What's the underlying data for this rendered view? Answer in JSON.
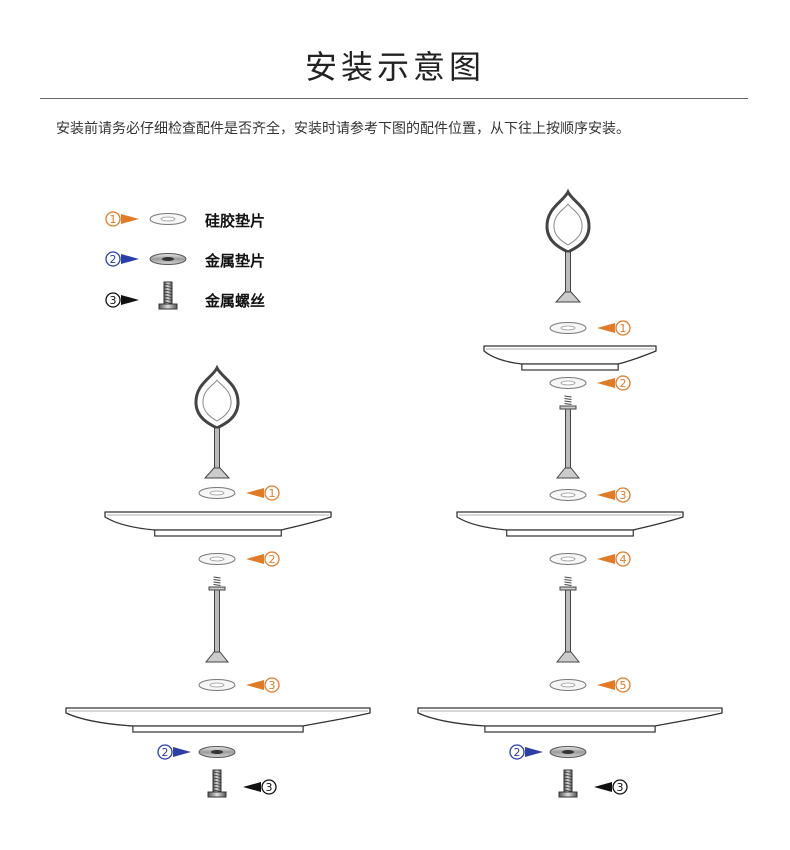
{
  "title": "安装示意图",
  "instruction": "安装前请务必仔细检查配件是否齐全，安装时请参考下图的配件位置，从下往上按顺序安装。",
  "legend": [
    {
      "marker": "1",
      "label": "硅胶垫片",
      "color": "#e07b28",
      "icon": "silicone-washer-icon"
    },
    {
      "marker": "2",
      "label": "金属垫片",
      "color": "#2b3fa6",
      "icon": "metal-washer-icon"
    },
    {
      "marker": "3",
      "label": "金属螺丝",
      "color": "#111111",
      "icon": "metal-screw-icon"
    }
  ],
  "markers": {
    "two_tier": [
      "1",
      "2",
      "3",
      "2",
      "3"
    ],
    "three_tier": [
      "1",
      "2",
      "3",
      "4",
      "5",
      "2",
      "3"
    ]
  },
  "colors": {
    "orange": "#e07b28",
    "blue": "#2b3fa6",
    "black": "#111111"
  }
}
